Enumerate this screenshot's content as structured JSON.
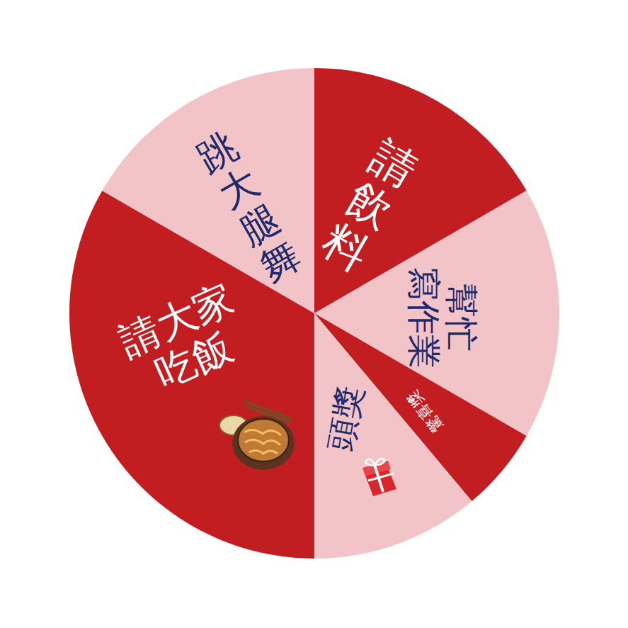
{
  "diagram": {
    "nodes": [
      {
        "text": [
          "請飲料"
        ]
      },
      {
        "text": [
          "幫忙 寫作業"
        ]
      },
      {
        "text": [
          "驚喜獎"
        ]
      },
      {
        "text": [
          "頭獎"
        ]
      },
      {
        "text": [
          "請大家 吃飯"
        ]
      },
      {
        "text": [
          "跳大腿舞"
        ]
      }
    ]
  }
}
